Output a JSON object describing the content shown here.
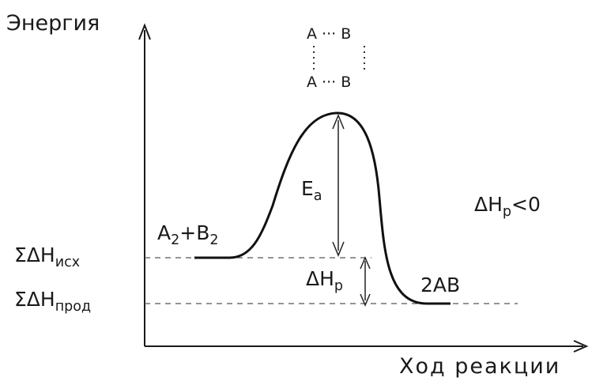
{
  "axes": {
    "y_label": "Энергия",
    "x_label": "Ход реакции"
  },
  "levels": {
    "reactants": {
      "sigma": "ΣΔH",
      "sub": "исх"
    },
    "products": {
      "sigma": "ΣΔH",
      "sub": "прод"
    }
  },
  "species": {
    "reactants": {
      "a": "A",
      "a_sub": "2",
      "plus": "+",
      "b": "B",
      "b_sub": "2"
    },
    "products": "2AB"
  },
  "transition_state": {
    "top_left": "A",
    "top_right": "B",
    "bottom_left": "A",
    "bottom_right": "B",
    "dots": "···"
  },
  "activation_energy": {
    "main": "E",
    "sub": "a"
  },
  "reaction_enthalpy": {
    "main": "ΔH",
    "sub": "р"
  },
  "condition": {
    "main": "ΔH",
    "sub": "р",
    "rel": "<0"
  }
}
